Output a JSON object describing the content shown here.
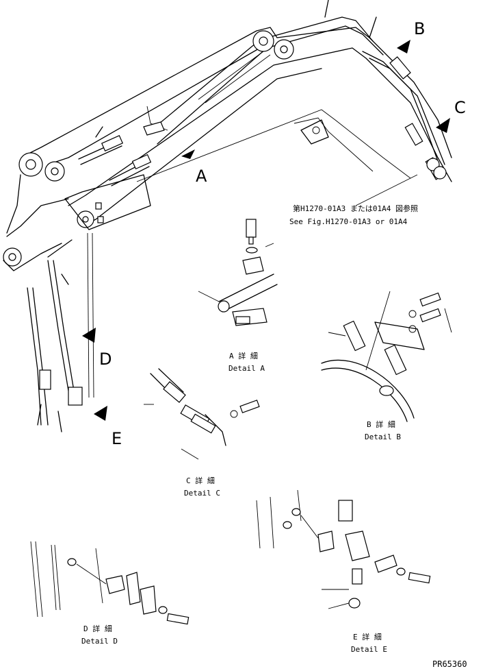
{
  "callouts": {
    "a": "A",
    "b": "B",
    "c": "C",
    "d": "D",
    "e": "E"
  },
  "reference_note": {
    "japanese": "第H1270-01A3 または01A4 図参照",
    "english": "See Fig.H1270-01A3 or 01A4"
  },
  "details": {
    "a": {
      "jp": "A 詳 細",
      "en": "Detail A"
    },
    "b": {
      "jp": "B 詳 細",
      "en": "Detail B"
    },
    "c": {
      "jp": "C 詳 細",
      "en": "Detail C"
    },
    "d": {
      "jp": "D 詳 細",
      "en": "Detail D"
    },
    "e": {
      "jp": "E 詳 細",
      "en": "Detail E"
    }
  },
  "drawing_number": "PR65360"
}
